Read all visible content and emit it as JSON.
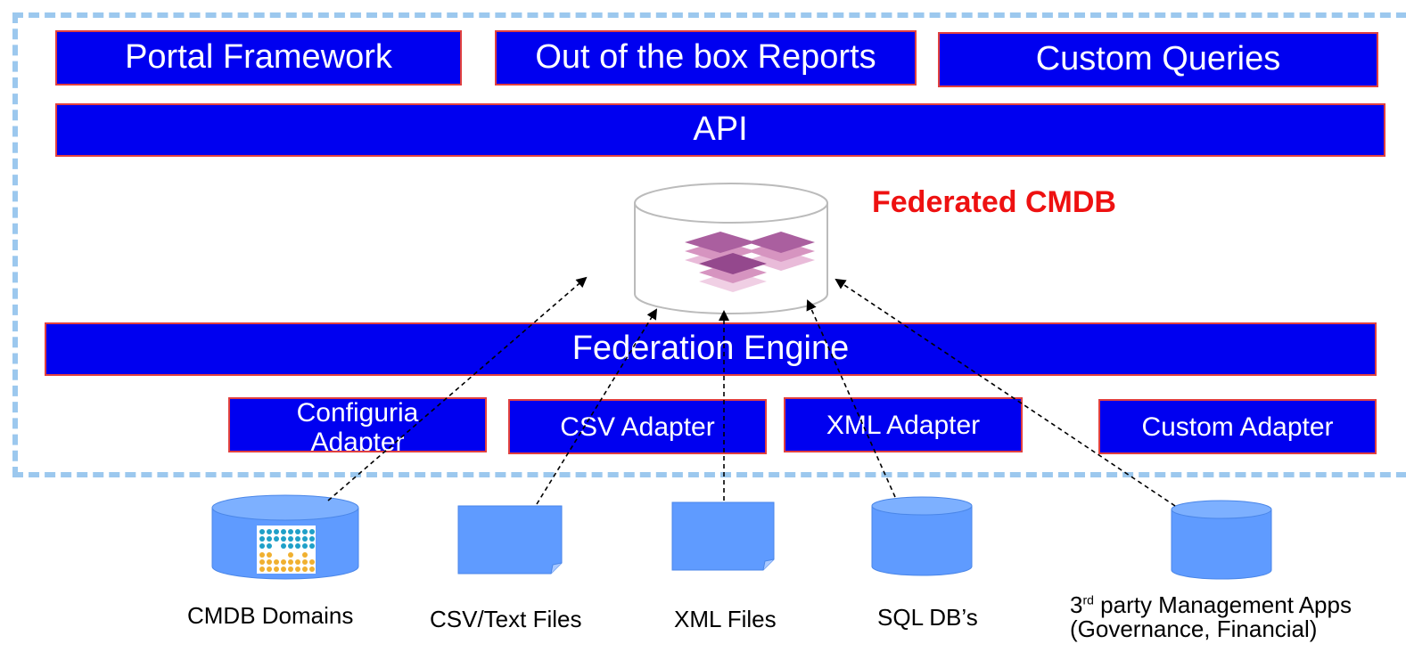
{
  "top_row": {
    "portal_framework": "Portal Framework",
    "out_of_box_reports": "Out of the box Reports",
    "custom_queries": "Custom Queries"
  },
  "api": "API",
  "federated_cmdb": "Federated CMDB",
  "federation_engine": "Federation Engine",
  "adapters": {
    "configuria_line1": "Configuria",
    "configuria_line2": "Adapter",
    "csv": "CSV Adapter",
    "xml": "XML Adapter",
    "custom": "Custom Adapter"
  },
  "sources": {
    "cmdb_domains": "CMDB Domains",
    "csv_text_files": "CSV/Text Files",
    "xml_files": "XML Files",
    "sql_dbs": "SQL DB’s",
    "third_party_prefix": "3",
    "third_party_sup": "rd",
    "third_party_line1_rest": " party Management Apps",
    "third_party_line2": "(Governance, Financial)"
  },
  "colors": {
    "box_fill": "#0000f0",
    "box_border": "#e04040",
    "frame_dash": "#9cc8ee",
    "source_fill": "#5f9bff",
    "label_red": "#ee1111"
  }
}
